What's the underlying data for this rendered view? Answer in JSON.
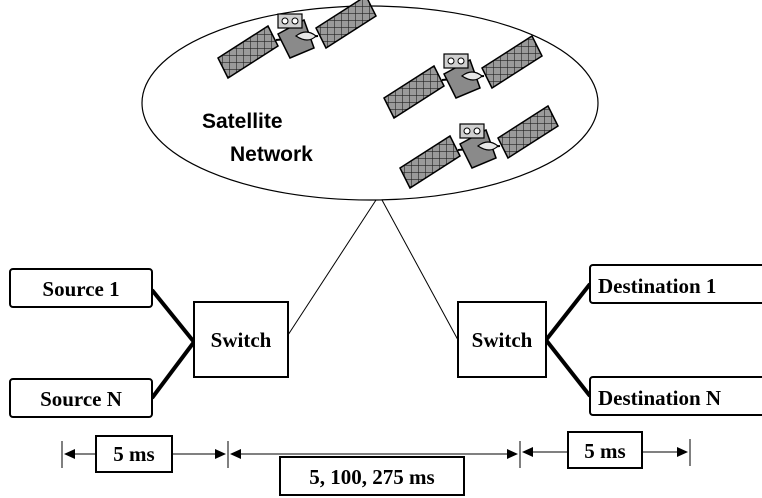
{
  "cloud": {
    "label_line1": "Satellite",
    "label_line2": "Network"
  },
  "nodes": {
    "source_1": "Source 1",
    "source_n": "Source N",
    "switch_left": "Switch",
    "switch_right": "Switch",
    "destination_1": "Destination 1",
    "destination_n": "Destination N"
  },
  "delays": {
    "left": "5 ms",
    "middle": "5, 100, 275 ms",
    "right": "5 ms"
  },
  "colors": {
    "stroke": "#000000",
    "cloud_fill": "#ffffff",
    "panel_fill": "#9a9a9a",
    "body_fill": "#7a7a7a"
  }
}
